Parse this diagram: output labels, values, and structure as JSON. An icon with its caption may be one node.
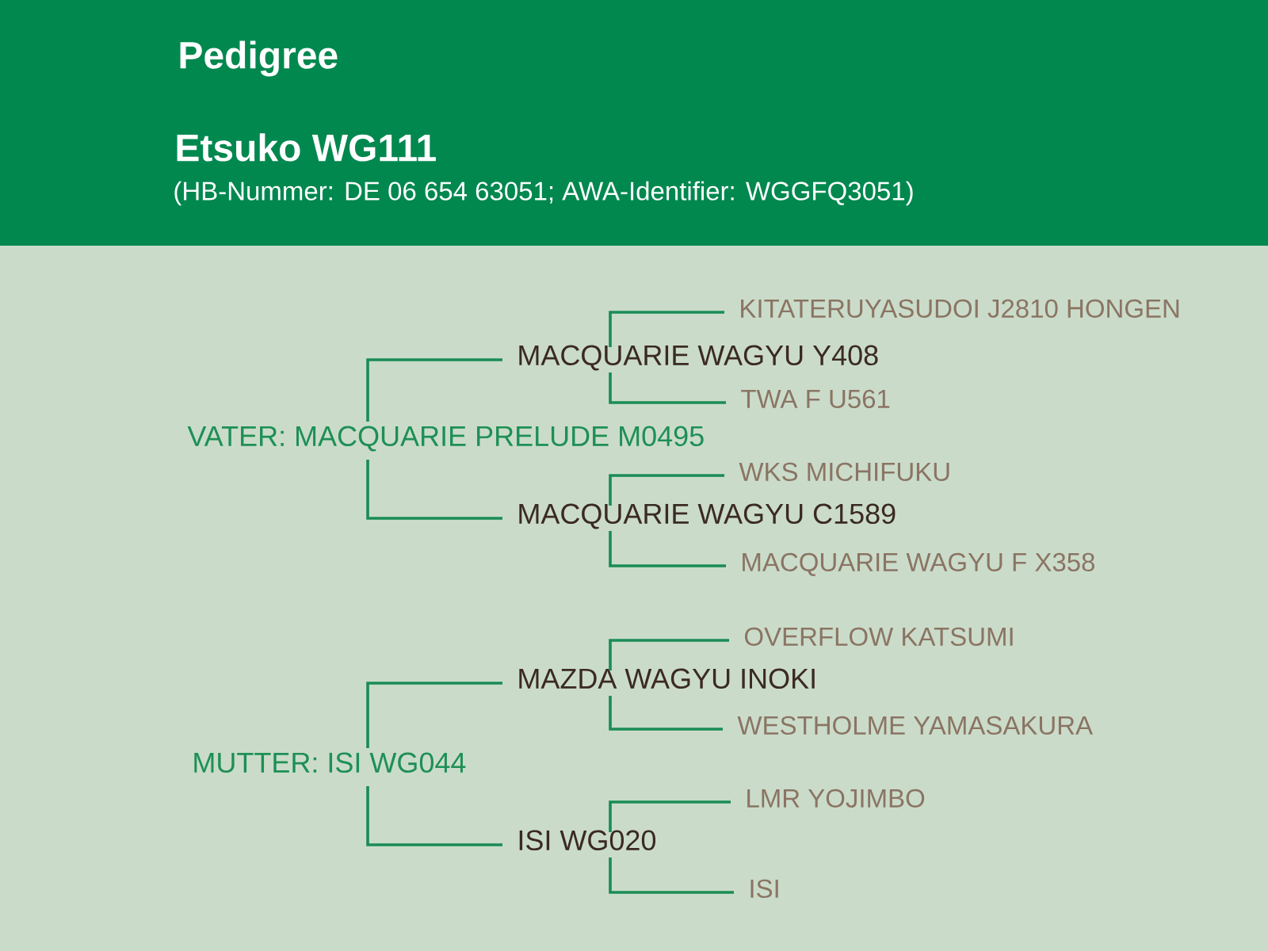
{
  "diagram": {
    "nodes": [
      {
        "text": [
          "Pedigree",
          "Etsuko WG111",
          "(HB-Nummer: DE 06 654 63051; AWA-Identifier: WGGFQ3051)"
        ]
      },
      {
        "text": [
          "VATER: MACQUARIE PRELUDE M0495"
        ]
      },
      {
        "text": [
          "MACQUARIE WAGYU Y408"
        ]
      },
      {
        "text": [
          "KITATERUYASUDOI J2810 HONGEN"
        ]
      },
      {
        "text": [
          "TWA F U561"
        ]
      },
      {
        "text": [
          "MACQUARIE WAGYU C1589"
        ]
      },
      {
        "text": [
          "WKS MICHIFUKU"
        ]
      },
      {
        "text": [
          "MACQUARIE WAGYU F X358"
        ]
      },
      {
        "text": [
          "MUTTER: ISI WG044"
        ]
      },
      {
        "text": [
          "MAZDA WAGYU INOKI"
        ]
      },
      {
        "text": [
          "OVERFLOW KATSUMI"
        ]
      },
      {
        "text": [
          "WESTHOLME YAMASAKURA"
        ]
      },
      {
        "text": [
          "ISI WG020"
        ]
      },
      {
        "text": [
          "LMR YOJIMBO"
        ]
      },
      {
        "text": [
          "ISI"
        ]
      }
    ],
    "edges": [
      {
        "from": 1,
        "to": 2,
        "arrow": "none"
      },
      {
        "from": 1,
        "to": 5,
        "arrow": "none"
      },
      {
        "from": 2,
        "to": 3,
        "arrow": "none"
      },
      {
        "from": 2,
        "to": 4,
        "arrow": "none"
      },
      {
        "from": 5,
        "to": 6,
        "arrow": "none"
      },
      {
        "from": 5,
        "to": 7,
        "arrow": "none"
      },
      {
        "from": 8,
        "to": 9,
        "arrow": "none"
      },
      {
        "from": 8,
        "to": 12,
        "arrow": "none"
      },
      {
        "from": 9,
        "to": 10,
        "arrow": "none"
      },
      {
        "from": 9,
        "to": 11,
        "arrow": "none"
      },
      {
        "from": 12,
        "to": 13,
        "arrow": "none"
      },
      {
        "from": 12,
        "to": 14,
        "arrow": "none"
      }
    ]
  }
}
